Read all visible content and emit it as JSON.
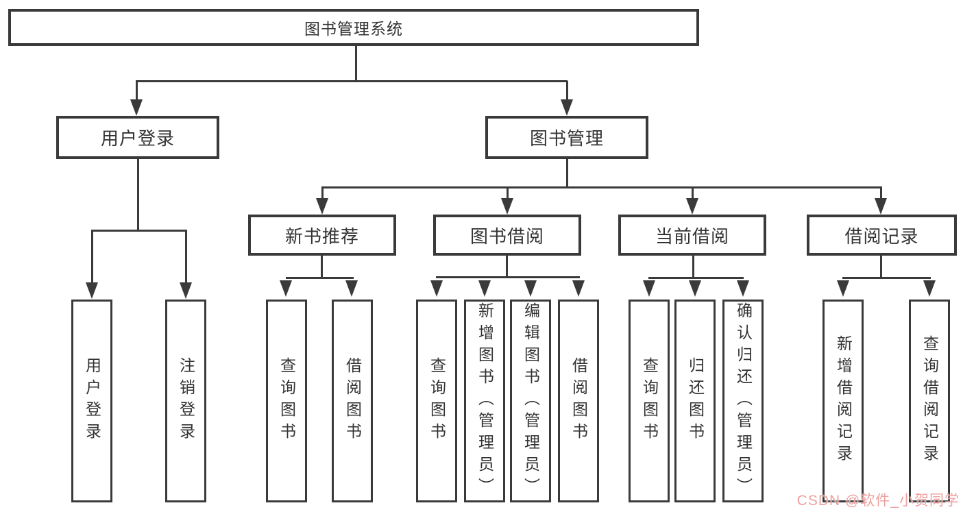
{
  "diagram_title": "图书管理系统",
  "tree": {
    "root": {
      "label": "图书管理系统"
    },
    "level2": [
      {
        "label": "用户登录"
      },
      {
        "label": "图书管理"
      }
    ],
    "level3": [
      {
        "label": "新书推荐"
      },
      {
        "label": "图书借阅"
      },
      {
        "label": "当前借阅"
      },
      {
        "label": "借阅记录"
      }
    ],
    "leaves": {
      "user_login": [
        {
          "label": "用户登录"
        },
        {
          "label": "注销登录"
        }
      ],
      "new_book": [
        {
          "label": "查询图书"
        },
        {
          "label": "借阅图书"
        }
      ],
      "book_borrow": [
        {
          "label": "查询图书"
        },
        {
          "label": "新增图书（管理员）"
        },
        {
          "label": "编辑图书（管理员）"
        },
        {
          "label": "借阅图书"
        }
      ],
      "current_borrow": [
        {
          "label": "查询图书"
        },
        {
          "label": "归还图书"
        },
        {
          "label": "确认归还（管理员）"
        }
      ],
      "borrow_record": [
        {
          "label": "新增借阅记录"
        },
        {
          "label": "查询借阅记录"
        }
      ]
    }
  },
  "watermark": {
    "text": "CSDN @软件_小贺同学",
    "color": "#ef9f9f"
  },
  "colors": {
    "line": "#3a3a3a",
    "box_border": "#3a3a3a",
    "text": "#333333",
    "background": "#ffffff"
  }
}
